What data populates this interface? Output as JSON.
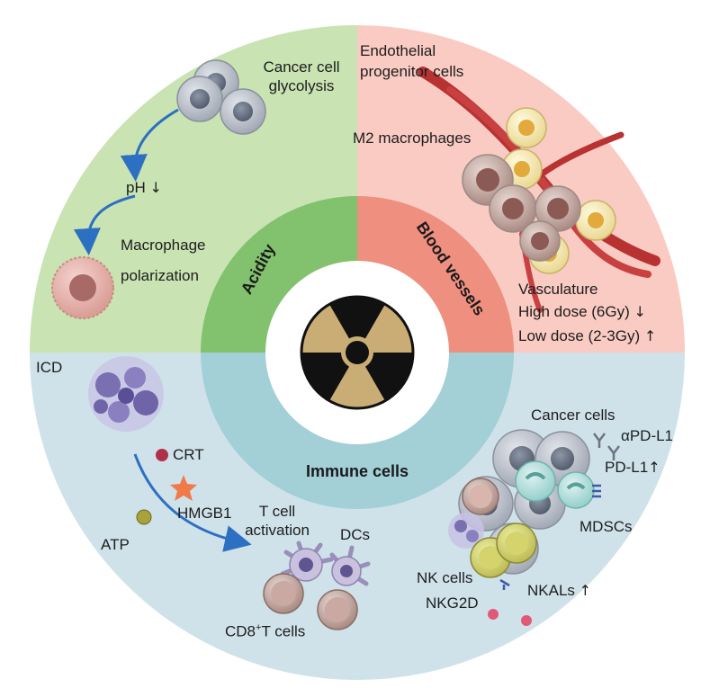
{
  "center": {
    "icon": "radiation-icon",
    "colors": {
      "background": "#ffffff",
      "blade": "#111111",
      "field": "#c9ad75"
    }
  },
  "rings": {
    "acidity": "Acidity",
    "blood_vessels": "Blood vessels",
    "immune_cells": "Immune cells"
  },
  "quadrant_colors": {
    "acidity_outer": "#c9e3b3",
    "acidity_inner": "#82c16d",
    "vessels_outer": "#f9cbc3",
    "vessels_inner": "#ef8f7f",
    "immune_outer": "#cfe2ea",
    "immune_inner": "#a3cfd7"
  },
  "acidity": {
    "cancer_glycolysis_1": "Cancer cell",
    "cancer_glycolysis_2": "glycolysis",
    "ph": "pH",
    "ph_arrow": "↓",
    "macrophage_1": "Macrophage",
    "macrophage_2": "polarization"
  },
  "blood_vessels": {
    "epc_1": "Endothelial",
    "epc_2": "progenitor cells",
    "m2": "M2 macrophages",
    "vasculature": "Vasculature",
    "high_dose": "High dose (6Gy)",
    "high_dose_arrow": "↓",
    "low_dose": "Low dose (2-3Gy)",
    "low_dose_arrow": "↑"
  },
  "immune": {
    "icd": "ICD",
    "crt": "CRT",
    "hmgb1": "HMGB1",
    "atp": "ATP",
    "tcell_1": "T cell",
    "tcell_2": "activation",
    "dcs": "DCs",
    "cd8": "CD8",
    "cd8_sup": "+",
    "cd8_rest": "T cells",
    "cancer_cells": "Cancer cells",
    "apdl1": "αPD-L1",
    "pdl1": "PD-L1",
    "pdl1_arrow": "↑",
    "mdscs": "MDSCs",
    "nk": "NK cells",
    "nkals": "NKALs",
    "nkals_arrow": "↑",
    "nkg2d": "NKG2D"
  }
}
